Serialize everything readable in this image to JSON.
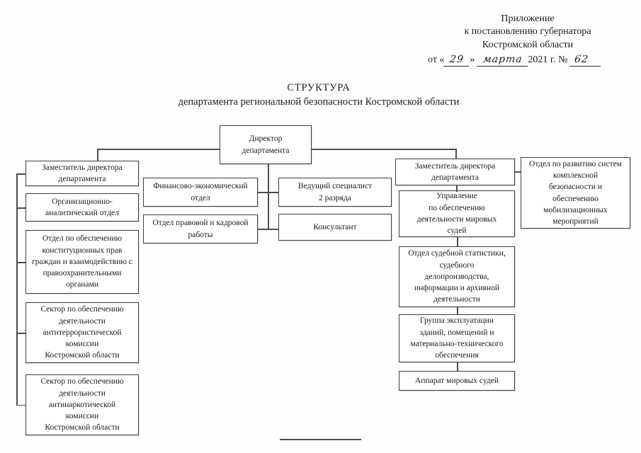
{
  "header": {
    "line1": "Приложение",
    "line2": "к постановлению губернатора",
    "line3": "Костромской области",
    "date_prefix": "от «",
    "date_day": "29",
    "date_quote_close": "»",
    "date_month": "марта",
    "date_mid": "2021 г. № ",
    "date_number": "62"
  },
  "title": {
    "line1": "СТРУКТУРА",
    "line2": "департамента региональной безопасности Костромской области"
  },
  "nodes": {
    "director": {
      "label": "Директор\nдепартамента"
    },
    "deputy_left": {
      "label": "Заместитель директора\nдепартамента"
    },
    "org_analytical": {
      "label": "Организационно-\nаналитический отдел"
    },
    "const_rights": {
      "label": "Отдел по обеспечению\nконституционных прав\nграждан и взаимодействию с\nправоохранительными\nорганами"
    },
    "antiterror": {
      "label": "Сектор по обеспечению\nдеятельности\nантитеррористической\nкомиссии\nКостромской области"
    },
    "antinarco": {
      "label": "Сектор по обеспечению\nдеятельности\nантинаркотической\nкомиссии\nКостромской области"
    },
    "fin_econ": {
      "label": "Финансово-экономический\nотдел"
    },
    "legal_hr": {
      "label": "Отдел правовой и кадровой\nработы"
    },
    "lead_spec": {
      "label": "Ведущий специалист\n2 разряда"
    },
    "consultant": {
      "label": "Консультант"
    },
    "deputy_right": {
      "label": "Заместитель директора\nдепартамента"
    },
    "upr_sudey": {
      "label": "Управление\nпо обеспечению\nдеятельности мировых\nсудей"
    },
    "sud_stat": {
      "label": "Отдел судебной статистики,\nсудебного\nделопроизводства,\nинформации и архивной\nдеятельности"
    },
    "gruppa": {
      "label": "Группа эксплуатации\nзданий, помещений и\nматериально-технического\nобеспечения"
    },
    "apparat": {
      "label": "Аппарат мировых судей"
    },
    "razvitie": {
      "label": "Отдел по развитию систем\nкомплексной\nбезопасности и\nобеспечению\nмобилизационных\nмероприятий"
    }
  },
  "colors": {
    "box_border": "#3e3e3e",
    "line": "#4d4d4d",
    "text": "#1b1b1b",
    "background": "#fefefe"
  }
}
